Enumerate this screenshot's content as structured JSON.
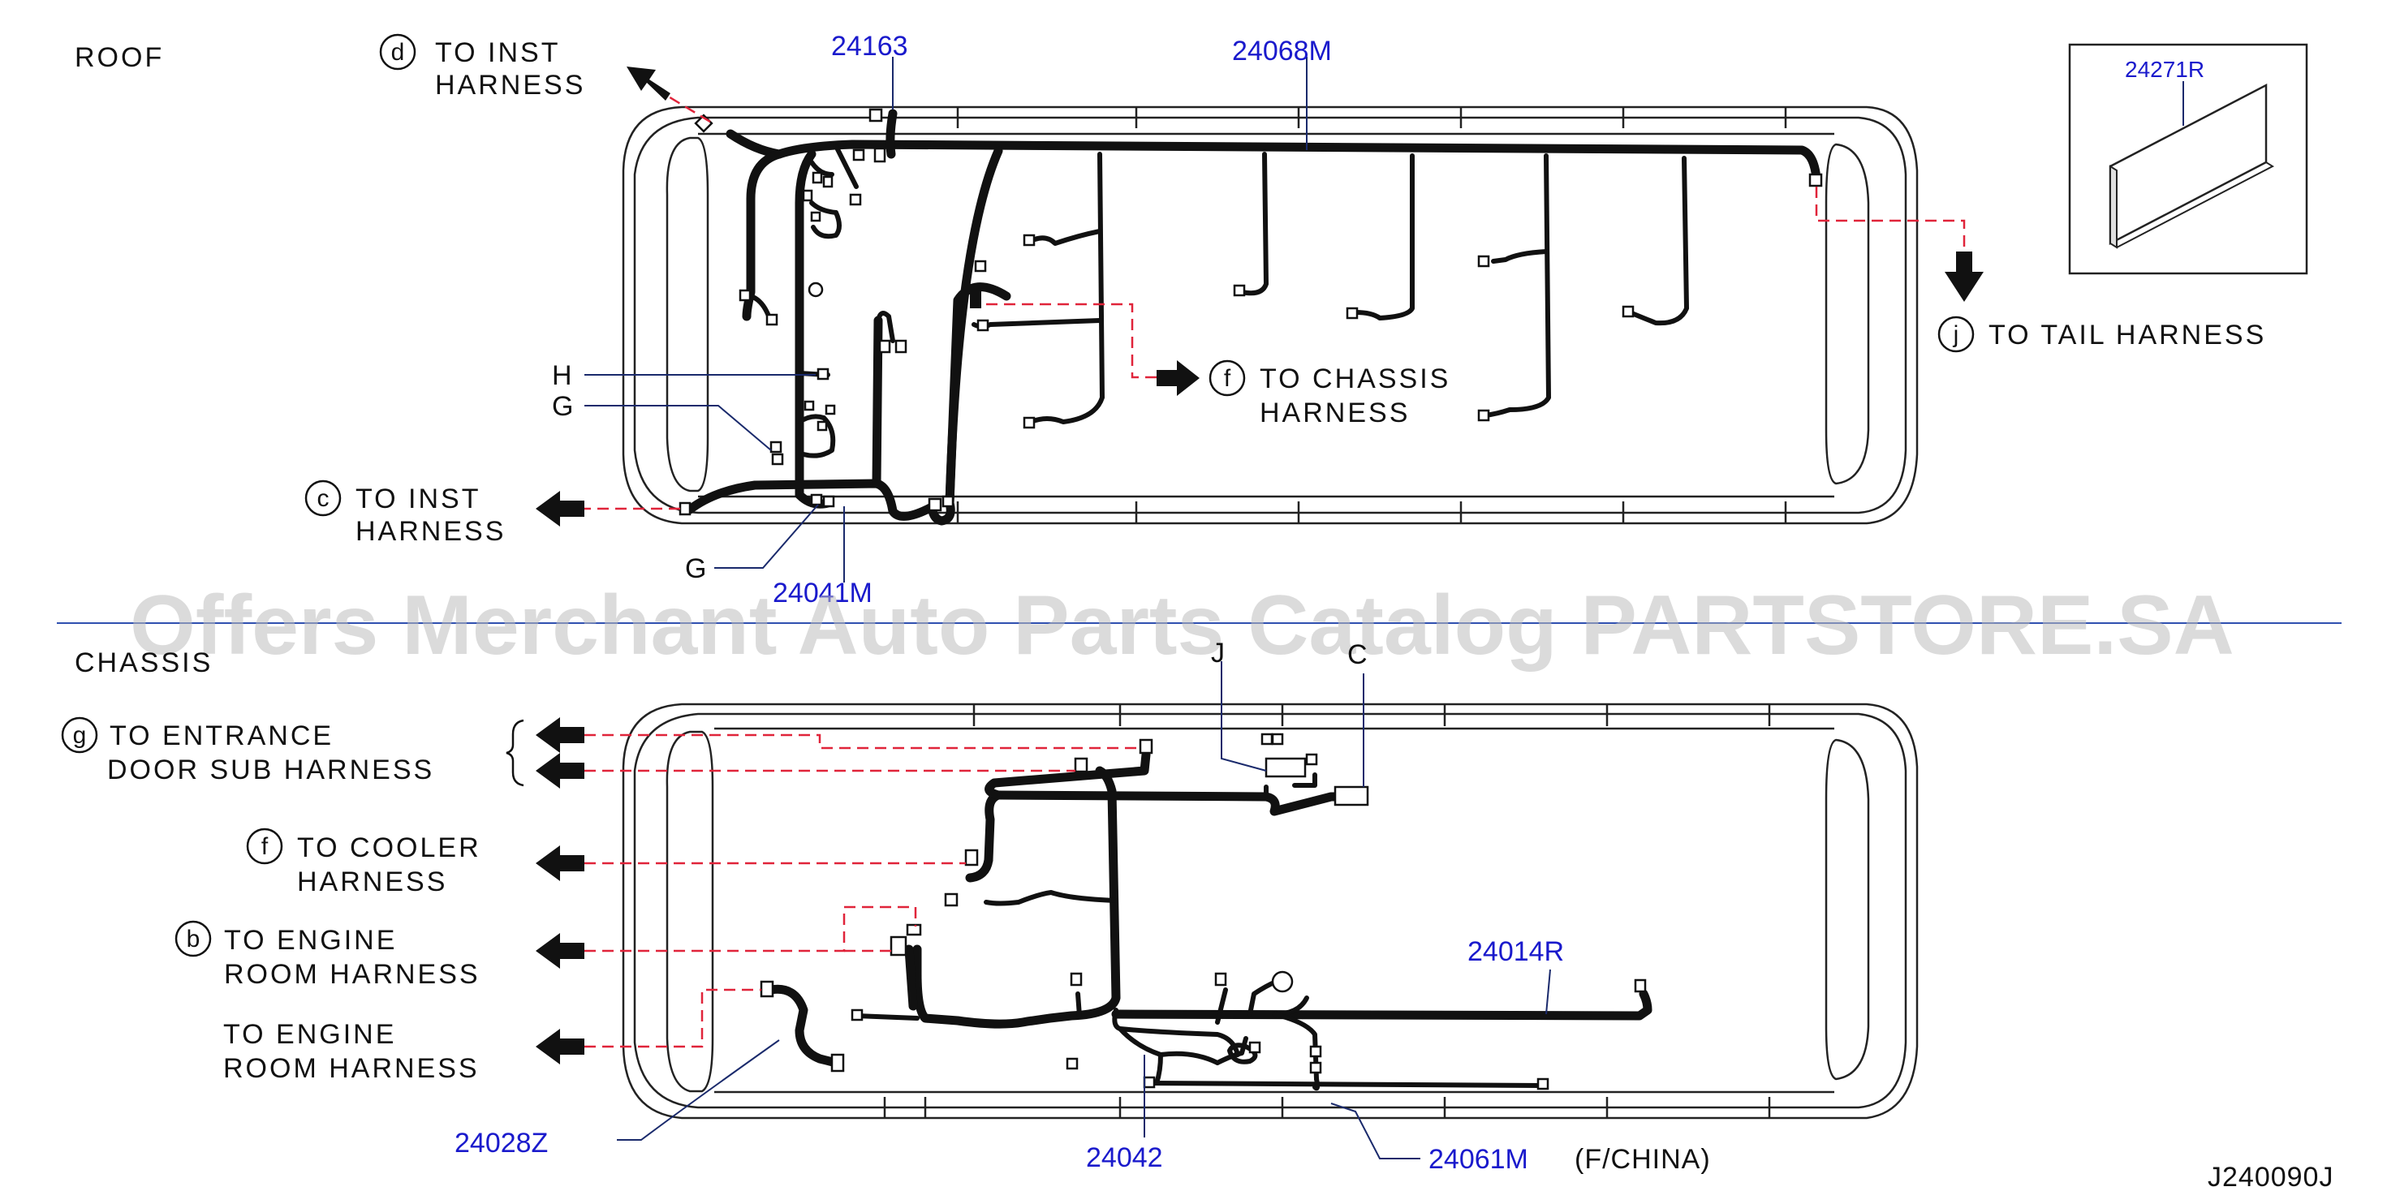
{
  "sections": {
    "roof": "ROOF",
    "chassis": "CHASSIS"
  },
  "roof": {
    "parts": {
      "p24163": "24163",
      "p24068M": "24068M",
      "p24271R": "24271R",
      "p24041M": "24041M"
    },
    "refs": {
      "d": {
        "letter": "d",
        "line1": "TO  INST",
        "line2": "HARNESS"
      },
      "c": {
        "letter": "c",
        "line1": "TO  INST",
        "line2": "HARNESS"
      },
      "f": {
        "letter": "f",
        "line1": "TO  CHASSIS",
        "line2": "HARNESS"
      },
      "j": {
        "letter": "j",
        "line1": "TO  TAIL  HARNESS"
      }
    },
    "markers": {
      "H": "H",
      "G1": "G",
      "G2": "G"
    }
  },
  "chassis": {
    "parts": {
      "p24014R": "24014R",
      "p24028Z": "24028Z",
      "p24042": "24042",
      "p24061M": "24061M",
      "china_note": "(F/CHINA)"
    },
    "refs": {
      "g": {
        "letter": "g",
        "line1": "TO  ENTRANCE",
        "line2": "DOOR  SUB  HARNESS"
      },
      "f": {
        "letter": "f",
        "line1": "TO  COOLER",
        "line2": "HARNESS"
      },
      "b": {
        "letter": "b",
        "line1": "TO  ENGINE",
        "line2": "ROOM  HARNESS"
      },
      "e": {
        "line1": "TO  ENGINE",
        "line2": "ROOM  HARNESS"
      }
    },
    "markers": {
      "J": "J",
      "C": "C"
    }
  },
  "watermark": "Offers Merchant Auto Parts Catalog PARTSTORE.SA",
  "figure_code": "J240090J",
  "colors": {
    "harness": "#111111",
    "part_number": "#1a1acc",
    "dashed_link": "#e0243a",
    "leader": "#1a2a6c"
  }
}
